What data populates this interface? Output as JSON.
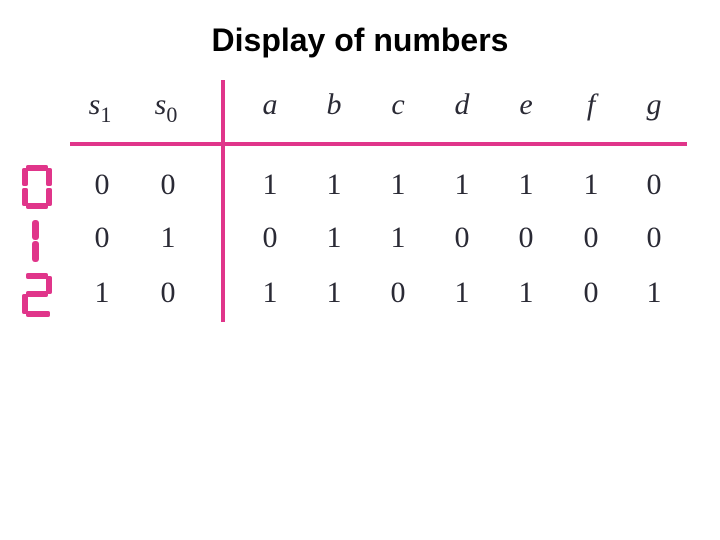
{
  "title": "Display of numbers",
  "colors": {
    "accent": "#e0358a",
    "text": "#2a2a35"
  },
  "table": {
    "select_headers": [
      {
        "var": "s",
        "sub": "1"
      },
      {
        "var": "s",
        "sub": "0"
      }
    ],
    "segment_headers": [
      "a",
      "b",
      "c",
      "d",
      "e",
      "f",
      "g"
    ],
    "rows": [
      {
        "digit": "0",
        "s1": "0",
        "s0": "0",
        "segments": [
          "1",
          "1",
          "1",
          "1",
          "1",
          "1",
          "0"
        ]
      },
      {
        "digit": "1",
        "s1": "0",
        "s0": "1",
        "segments": [
          "0",
          "1",
          "1",
          "0",
          "0",
          "0",
          "0"
        ]
      },
      {
        "digit": "2",
        "s1": "1",
        "s0": "0",
        "segments": [
          "1",
          "1",
          "0",
          "1",
          "1",
          "0",
          "1"
        ]
      }
    ]
  }
}
